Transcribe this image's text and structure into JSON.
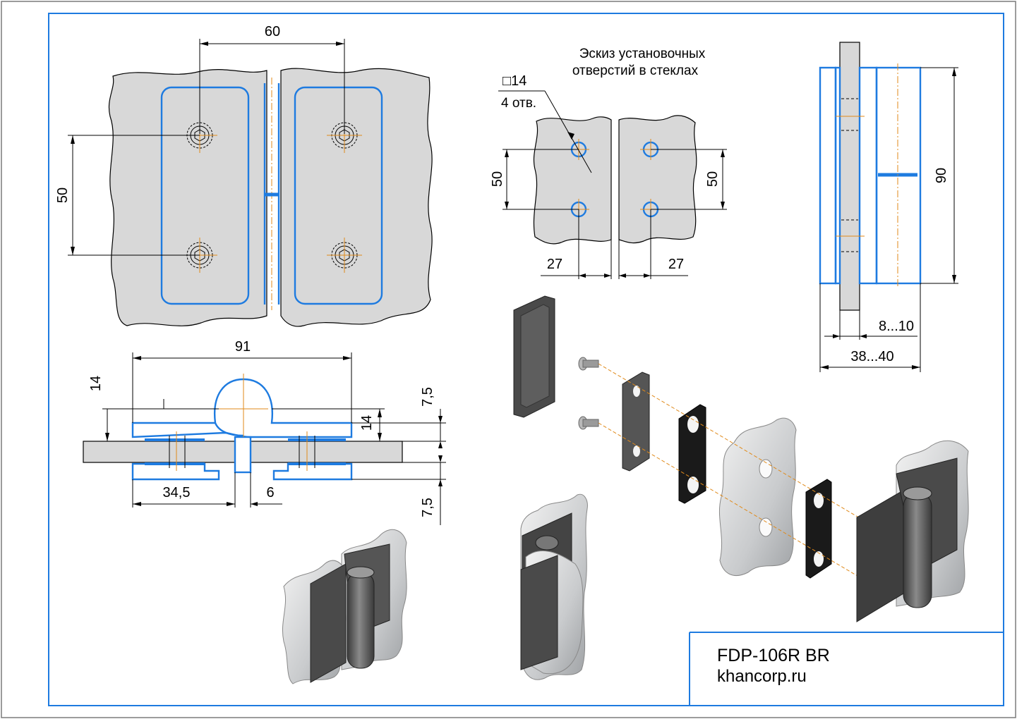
{
  "title_block": {
    "model": "FDP-106R BR",
    "website": "khancorp.ru"
  },
  "front_view": {
    "dim_holes_h": "60",
    "dim_holes_v": "50"
  },
  "sketch": {
    "title_line1": "Эскиз установочных",
    "title_line2": "отверстий в стеклах",
    "hole_size": "□14",
    "hole_count": "4 отв.",
    "dim_left_v": "50",
    "dim_right_v": "50",
    "dim_left_h": "27",
    "dim_right_h": "27"
  },
  "side_view": {
    "dim_height": "90",
    "dim_glass": "8...10",
    "dim_total": "38...40"
  },
  "section_view": {
    "dim_width": "91",
    "dim_knuckle": "14",
    "dim_top_offset": "7,5",
    "dim_plate": "14",
    "dim_leaf": "34,5",
    "dim_gap": "6",
    "dim_bottom_offset": "7,5"
  },
  "colors": {
    "frame": "#1e7be0",
    "glass": "#d8d8d8",
    "axis": "#e08a1a",
    "metal_dark": "#5a5a5a",
    "gasket": "#1a1a1a"
  }
}
